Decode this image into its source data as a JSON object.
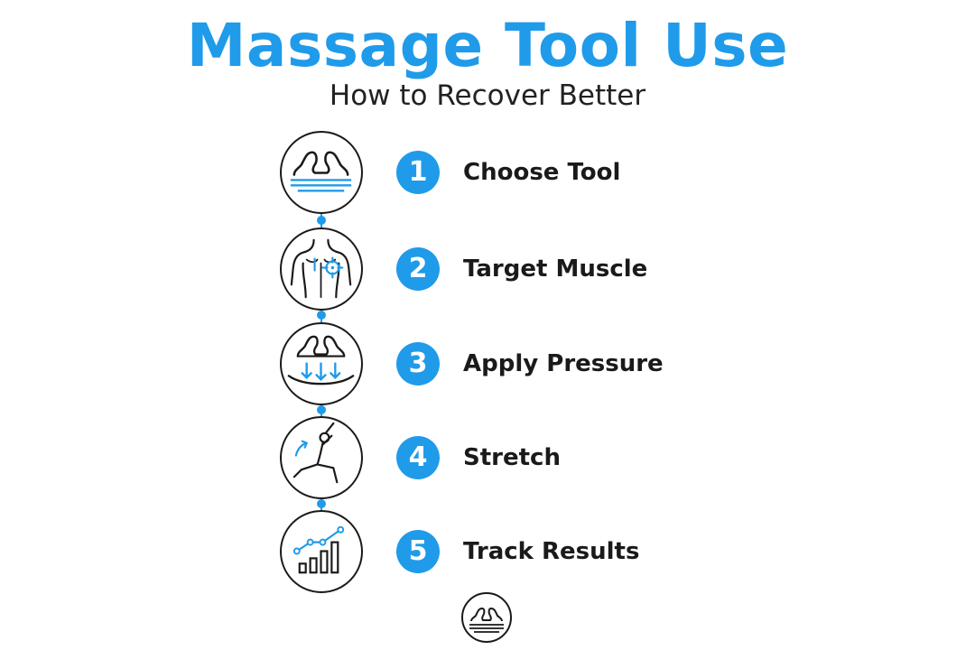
{
  "header": {
    "title": "Massage Tool Use",
    "subtitle": "How to Recover Better"
  },
  "colors": {
    "accent": "#1f9bea",
    "ink": "#1a1a1a"
  },
  "steps": [
    {
      "number": "1",
      "label": "Choose Tool",
      "icon": "massage-tool-icon"
    },
    {
      "number": "2",
      "label": "Target Muscle",
      "icon": "back-target-icon"
    },
    {
      "number": "3",
      "label": "Apply Pressure",
      "icon": "pressure-arrows-icon"
    },
    {
      "number": "4",
      "label": "Stretch",
      "icon": "stretching-person-icon"
    },
    {
      "number": "5",
      "label": "Track Results",
      "icon": "progress-chart-icon"
    }
  ],
  "footer": {
    "logo_icon": "massage-tool-logo-icon"
  }
}
